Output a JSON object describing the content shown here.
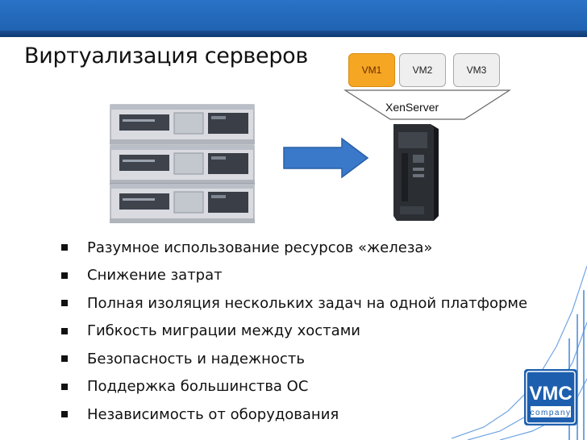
{
  "slide": {
    "title": "Виртуализация серверов",
    "vms": [
      "VM1",
      "VM2",
      "VM3"
    ],
    "hypervisor_label": "XenServer",
    "bullets": [
      "Разумное использование ресурсов «железа»",
      "Снижение затрат",
      "Полная изоляция нескольких задач на одной платформе",
      "Гибкость миграции между хостами",
      "Безопасность и надежность",
      "Поддержка большинства ОС",
      "Независимость от оборудования"
    ]
  },
  "logo": {
    "line1": "VMC",
    "line2": "company"
  },
  "colors": {
    "header_blue": "#1d5fae",
    "vm_active": "#f5a623",
    "arrow_blue": "#3a78c9",
    "logo_blue": "#1d5fae"
  }
}
